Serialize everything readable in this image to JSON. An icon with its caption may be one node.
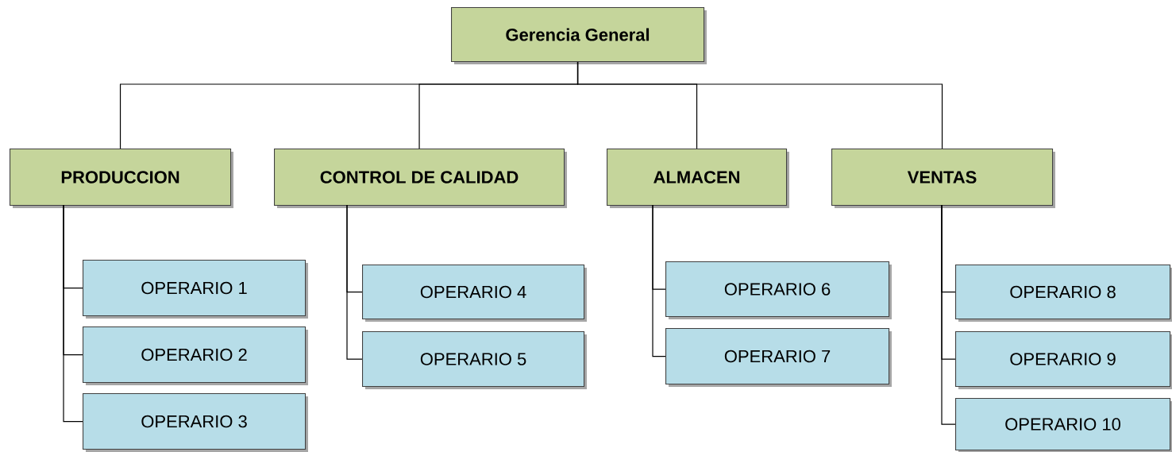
{
  "diagram": {
    "nodes": [
      {
        "text": [
          "Gerencia General"
        ]
      },
      {
        "text": [
          "PRODUCCION"
        ]
      },
      {
        "text": [
          "CONTROL DE CALIDAD"
        ]
      },
      {
        "text": [
          "ALMACEN"
        ]
      },
      {
        "text": [
          "VENTAS"
        ]
      },
      {
        "text": [
          "OPERARIO 1"
        ]
      },
      {
        "text": [
          "OPERARIO 2"
        ]
      },
      {
        "text": [
          "OPERARIO 3"
        ]
      },
      {
        "text": [
          "OPERARIO 4"
        ]
      },
      {
        "text": [
          "OPERARIO 5"
        ]
      },
      {
        "text": [
          "OPERARIO 6"
        ]
      },
      {
        "text": [
          "OPERARIO 7"
        ]
      },
      {
        "text": [
          "OPERARIO 8"
        ]
      },
      {
        "text": [
          "OPERARIO 9"
        ]
      },
      {
        "text": [
          "OPERARIO 10"
        ]
      }
    ],
    "edges": [
      {
        "from": 0,
        "to": 1,
        "arrow": "none"
      },
      {
        "from": 0,
        "to": 2,
        "arrow": "none"
      },
      {
        "from": 0,
        "to": 3,
        "arrow": "none"
      },
      {
        "from": 0,
        "to": 4,
        "arrow": "none"
      },
      {
        "from": 1,
        "to": 5,
        "arrow": "none"
      },
      {
        "from": 1,
        "to": 6,
        "arrow": "none"
      },
      {
        "from": 1,
        "to": 7,
        "arrow": "none"
      },
      {
        "from": 2,
        "to": 8,
        "arrow": "none"
      },
      {
        "from": 2,
        "to": 9,
        "arrow": "none"
      },
      {
        "from": 3,
        "to": 10,
        "arrow": "none"
      },
      {
        "from": 3,
        "to": 11,
        "arrow": "none"
      },
      {
        "from": 4,
        "to": 12,
        "arrow": "none"
      },
      {
        "from": 4,
        "to": 13,
        "arrow": "none"
      },
      {
        "from": 4,
        "to": 14,
        "arrow": "none"
      }
    ]
  }
}
